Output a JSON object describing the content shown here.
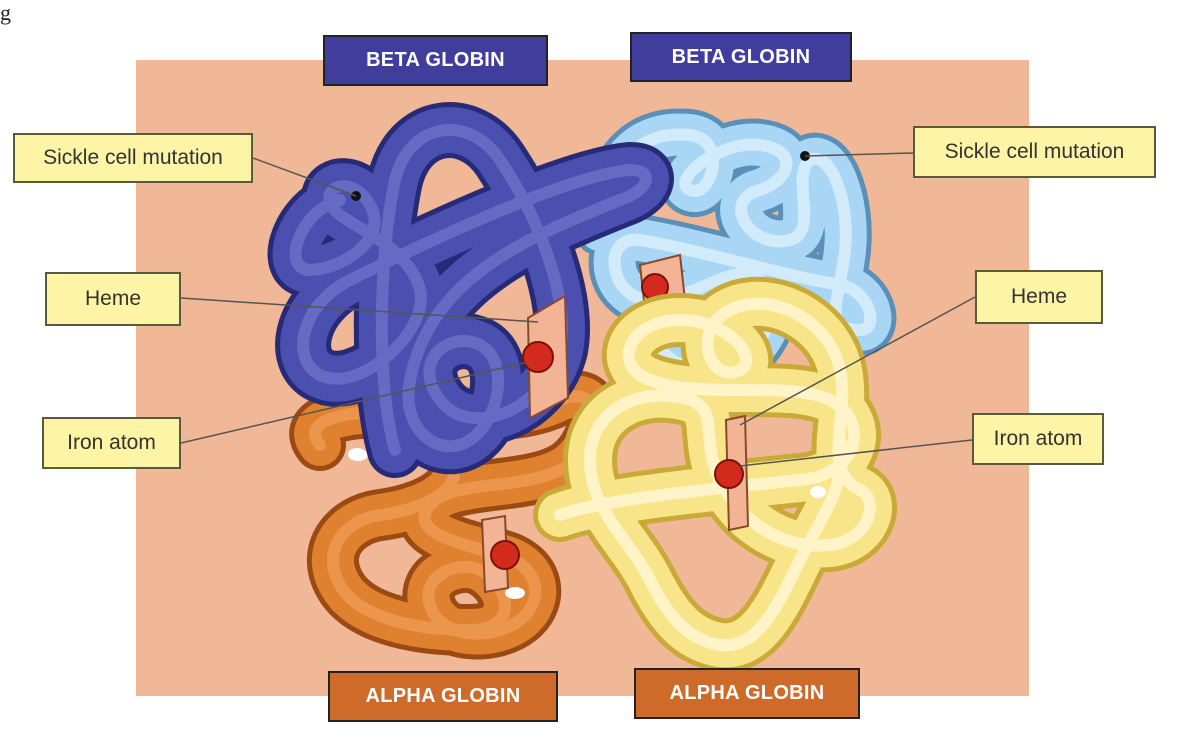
{
  "caption": "g",
  "banners": {
    "beta_left": "BETA GLOBIN",
    "beta_right": "BETA GLOBIN",
    "alpha_left": "ALPHA GLOBIN",
    "alpha_right": "ALPHA GLOBIN"
  },
  "labels": {
    "sickle_left": "Sickle cell mutation",
    "sickle_right": "Sickle cell mutation",
    "heme_left": "Heme",
    "heme_right": "Heme",
    "iron_left": "Iron atom",
    "iron_right": "Iron atom"
  },
  "colors": {
    "background_panel": "#f1b897",
    "beta_globin_dark": "#4a4fb0",
    "beta_globin_light": "#a9d6f5",
    "alpha_globin_orange": "#e0812f",
    "alpha_globin_yellow": "#f8e58a",
    "heme_plate": "#f3b496",
    "iron_atom": "#d22a1c",
    "beta_banner": "#403d9c",
    "alpha_banner": "#cf6b2a",
    "label_fill": "#fdf4a6"
  }
}
